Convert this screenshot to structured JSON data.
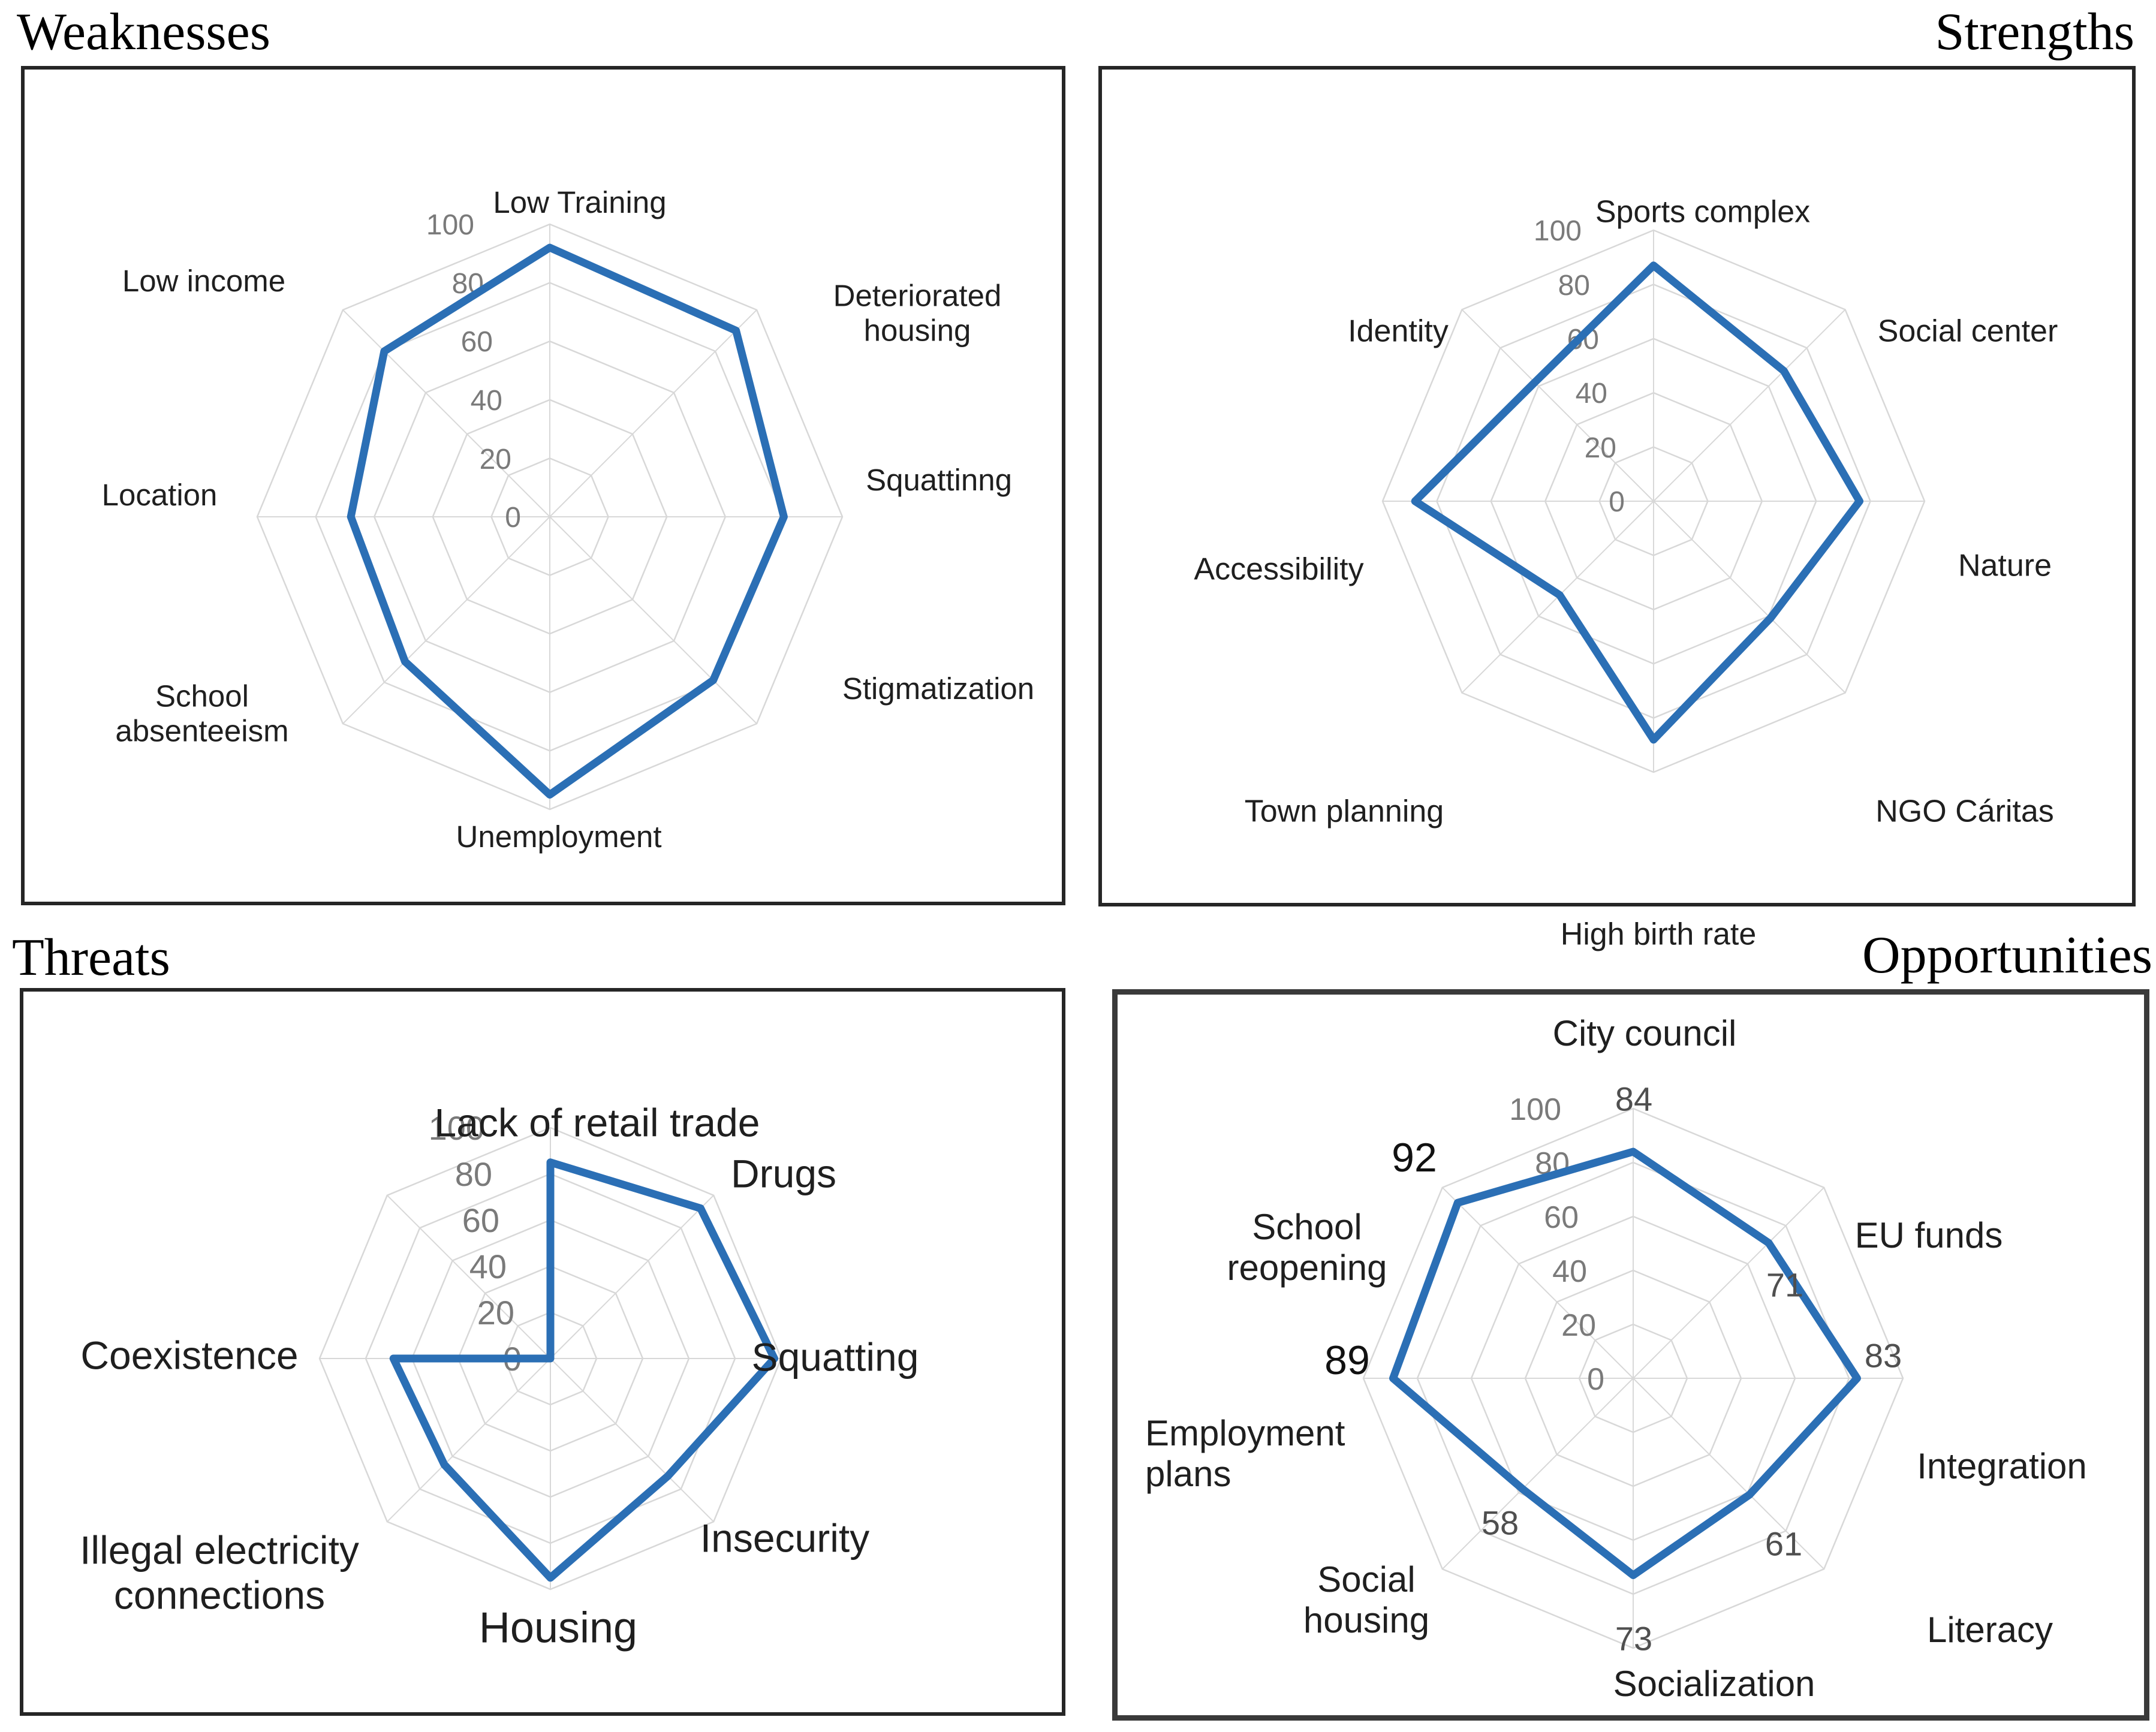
{
  "figure": {
    "quadrant_titles": [
      "Weaknesses",
      "Strengths",
      "Threats",
      "Opportunities"
    ]
  },
  "colors": {
    "series_line": "#2b6fb5",
    "grid_line": "#d8d8d8",
    "tick_label": "#7a7a7a",
    "category_label": "#1f1f1f",
    "value_label": "#4f4f4f",
    "value_label_emphasis": "#111111",
    "panel_border": "#2b2b2b"
  },
  "chart_data": [
    {
      "id": "weaknesses",
      "type": "radar",
      "title": "Weaknesses",
      "rmin": 0,
      "rmax": 100,
      "axis_ticks": [
        100,
        80,
        60,
        40,
        20,
        0
      ],
      "grid": true,
      "legend": "none",
      "categories": [
        "Low Training",
        "Deteriorated housing",
        "Squattinng",
        "Stigmatization",
        "Unemployment",
        "School absenteeism",
        "Location",
        "Low income"
      ],
      "values": [
        92,
        90,
        80,
        79,
        95,
        70,
        68,
        80
      ]
    },
    {
      "id": "strengths",
      "type": "radar",
      "title": "Strengths",
      "rmin": 0,
      "rmax": 100,
      "axis_ticks": [
        100,
        80,
        60,
        40,
        20,
        0
      ],
      "grid": true,
      "legend": "none",
      "categories": [
        "Sports complex",
        "Social center",
        "Nature",
        "NGO Cáritas",
        "High birth rate",
        "Town planning",
        "Accessibility",
        "Identity"
      ],
      "values": [
        87,
        68,
        76,
        61,
        88,
        49,
        88,
        62
      ]
    },
    {
      "id": "threats",
      "type": "radar",
      "title": "Threats",
      "rmin": 0,
      "rmax": 100,
      "axis_ticks": [
        100,
        80,
        60,
        40,
        20,
        0
      ],
      "grid": true,
      "legend": "none",
      "categories": [
        "Lack of retail trade",
        "Drugs",
        "Squatting",
        "Insecurity",
        "Housing",
        "Illegal electricity connections",
        "Coexistence",
        ""
      ],
      "values": [
        85,
        92,
        97,
        72,
        95,
        65,
        68,
        0
      ]
    },
    {
      "id": "opportunities",
      "type": "radar",
      "title": "Opportunities",
      "rmin": 0,
      "rmax": 100,
      "axis_ticks": [
        100,
        80,
        60,
        40,
        20,
        0
      ],
      "grid": true,
      "legend": "none",
      "categories": [
        "City council",
        "EU funds",
        "Integration",
        "Literacy",
        "Socialization",
        "Social housing",
        "Employment plans",
        "School reopening"
      ],
      "values": [
        84,
        71,
        83,
        61,
        73,
        58,
        89,
        92
      ],
      "data_labels": [
        84,
        71,
        83,
        61,
        73,
        58,
        89,
        92
      ]
    }
  ]
}
